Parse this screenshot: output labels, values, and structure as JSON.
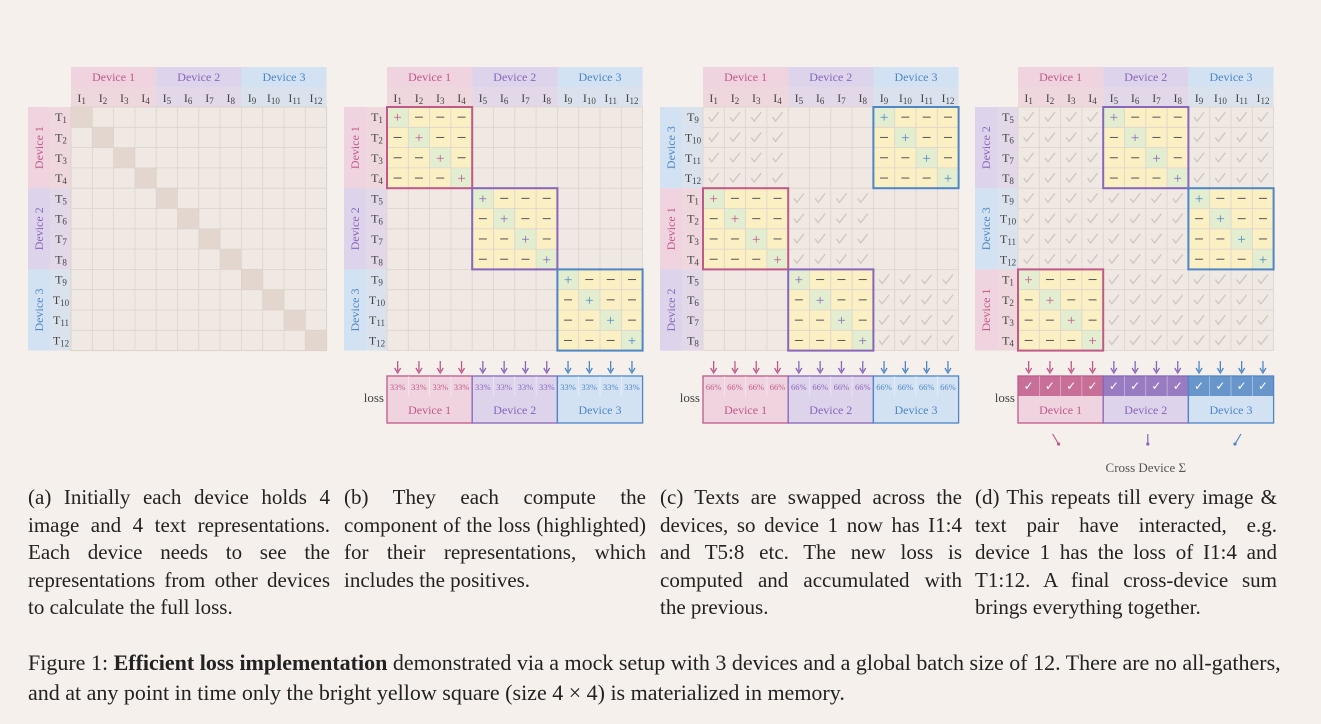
{
  "devices": [
    "Device 1",
    "Device 2",
    "Device 3"
  ],
  "image_labels": [
    "I1",
    "I2",
    "I3",
    "I4",
    "I5",
    "I6",
    "I7",
    "I8",
    "I9",
    "I10",
    "I11",
    "I12"
  ],
  "text_labels": [
    "T1",
    "T2",
    "T3",
    "T4",
    "T5",
    "T6",
    "T7",
    "T8",
    "T9",
    "T10",
    "T11",
    "T12"
  ],
  "colors": {
    "device1": "#c0588a",
    "device2": "#8866bb",
    "device3": "#4f86c6",
    "background": "#f5f0eb"
  },
  "panels": [
    {
      "id": "a",
      "row_devices": [
        "Device 1",
        "Device 2",
        "Device 3"
      ],
      "mode": "diag",
      "highlight": [],
      "loss": null
    },
    {
      "id": "b",
      "row_devices": [
        "Device 1",
        "Device 2",
        "Device 3"
      ],
      "mode": "none",
      "highlight": [
        [
          0,
          0
        ],
        [
          1,
          1
        ],
        [
          2,
          2
        ]
      ],
      "loss": {
        "label": "loss",
        "values": [
          "33%",
          "33%",
          "33%",
          "33%",
          "33%",
          "33%",
          "33%",
          "33%",
          "33%",
          "33%",
          "33%",
          "33%"
        ]
      }
    },
    {
      "id": "c",
      "row_devices": [
        "Device 3",
        "Device 1",
        "Device 2"
      ],
      "mode": "checks",
      "highlight": [
        [
          0,
          2
        ],
        [
          1,
          0
        ],
        [
          2,
          1
        ]
      ],
      "checked": [
        [
          0,
          0
        ],
        [
          1,
          1
        ],
        [
          2,
          2
        ]
      ],
      "loss": {
        "label": "loss",
        "values": [
          "66%",
          "66%",
          "66%",
          "66%",
          "66%",
          "66%",
          "66%",
          "66%",
          "66%",
          "66%",
          "66%",
          "66%"
        ]
      }
    },
    {
      "id": "d",
      "row_devices": [
        "Device 2",
        "Device 3",
        "Device 1"
      ],
      "mode": "checks",
      "highlight": [
        [
          0,
          1
        ],
        [
          1,
          2
        ],
        [
          2,
          0
        ]
      ],
      "checked": [
        [
          0,
          0
        ],
        [
          0,
          2
        ],
        [
          1,
          0
        ],
        [
          1,
          1
        ],
        [
          2,
          1
        ],
        [
          2,
          2
        ]
      ],
      "loss": {
        "label": "loss",
        "values": [
          "✓",
          "✓",
          "✓",
          "✓",
          "✓",
          "✓",
          "✓",
          "✓",
          "✓",
          "✓",
          "✓",
          "✓"
        ]
      },
      "sum_label": "Cross Device Σ"
    }
  ],
  "captions": {
    "a": "(a) Initially each device holds 4 image and 4 text representations. Each device needs to see the representations from other devices to calculate the full loss.",
    "b": "(b) They each compute the component of the loss (highlighted) for their representations, which includes the positives.",
    "c": "(c) Texts are swapped across the devices, so device 1 now has I1:4 and T5:8 etc. The new loss is computed and accumulated with the previous.",
    "d": "(d) This repeats till every image & text pair have interacted, e.g. device 1 has the loss of I1:4 and T1:12. A final cross-device sum brings everything together."
  },
  "figure_caption": {
    "prefix": "Figure 1: ",
    "bold": "Efficient loss implementation",
    "rest": " demonstrated via a mock setup with 3 devices and a global batch size of 12. There are no all-gathers, and at any point in time only the bright yellow square (size 4 × 4) is materialized in memory."
  }
}
